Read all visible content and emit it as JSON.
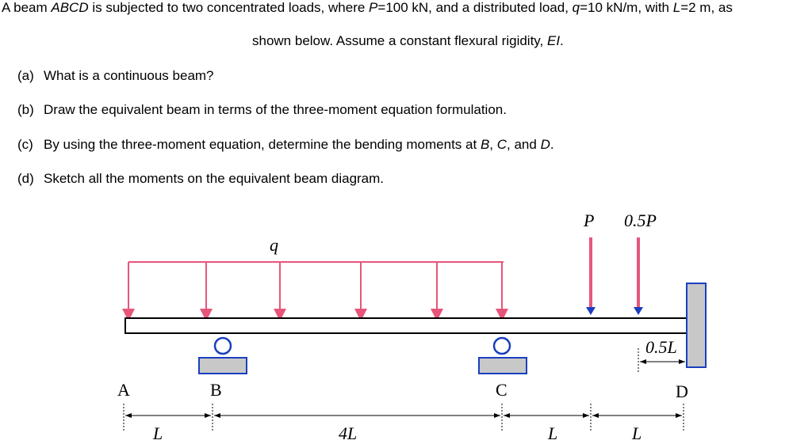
{
  "intro": {
    "t1": "A beam ",
    "beam": "ABCD",
    "t2": " is subjected to two concentrated loads, where ",
    "p_sym": "P",
    "t3": "=100 kN, and a distributed load, ",
    "q_sym": "q",
    "t4": "=10 kN/m, with ",
    "l_sym": "L",
    "t5": "=2 m, as",
    "line2_a": "shown below. Assume a constant flexural rigidity, ",
    "ei": "EI",
    "line2_b": "."
  },
  "questions": {
    "a": {
      "label": "(a)",
      "text": "What is a continuous beam?"
    },
    "b": {
      "label": "(b)",
      "text": "Draw the equivalent beam in terms of the three-moment equation formulation."
    },
    "c": {
      "label": "(c)",
      "text_a": "By using the three-moment equation, determine the bending moments at ",
      "B": "B",
      "sep1": ", ",
      "C": "C",
      "sep2": ", and ",
      "D": "D",
      "end": "."
    },
    "d": {
      "label": "(d)",
      "text": "Sketch all the moments on the equivalent beam diagram."
    }
  },
  "diagram": {
    "load_q": "q",
    "load_P": "P",
    "load_05P": "0.5P",
    "pt_A": "A",
    "pt_B": "B",
    "pt_C": "C",
    "pt_D": "D",
    "dim_AB": "L",
    "dim_BC": "4L",
    "dim_C_load": "L",
    "dim_load_D": "L",
    "dim_05L": "0.5L",
    "colors": {
      "distributed_load": "#e8557a",
      "support_fill": "#c8c8c8",
      "support_stroke": "#1a3fbf",
      "beam": "#000000"
    }
  }
}
